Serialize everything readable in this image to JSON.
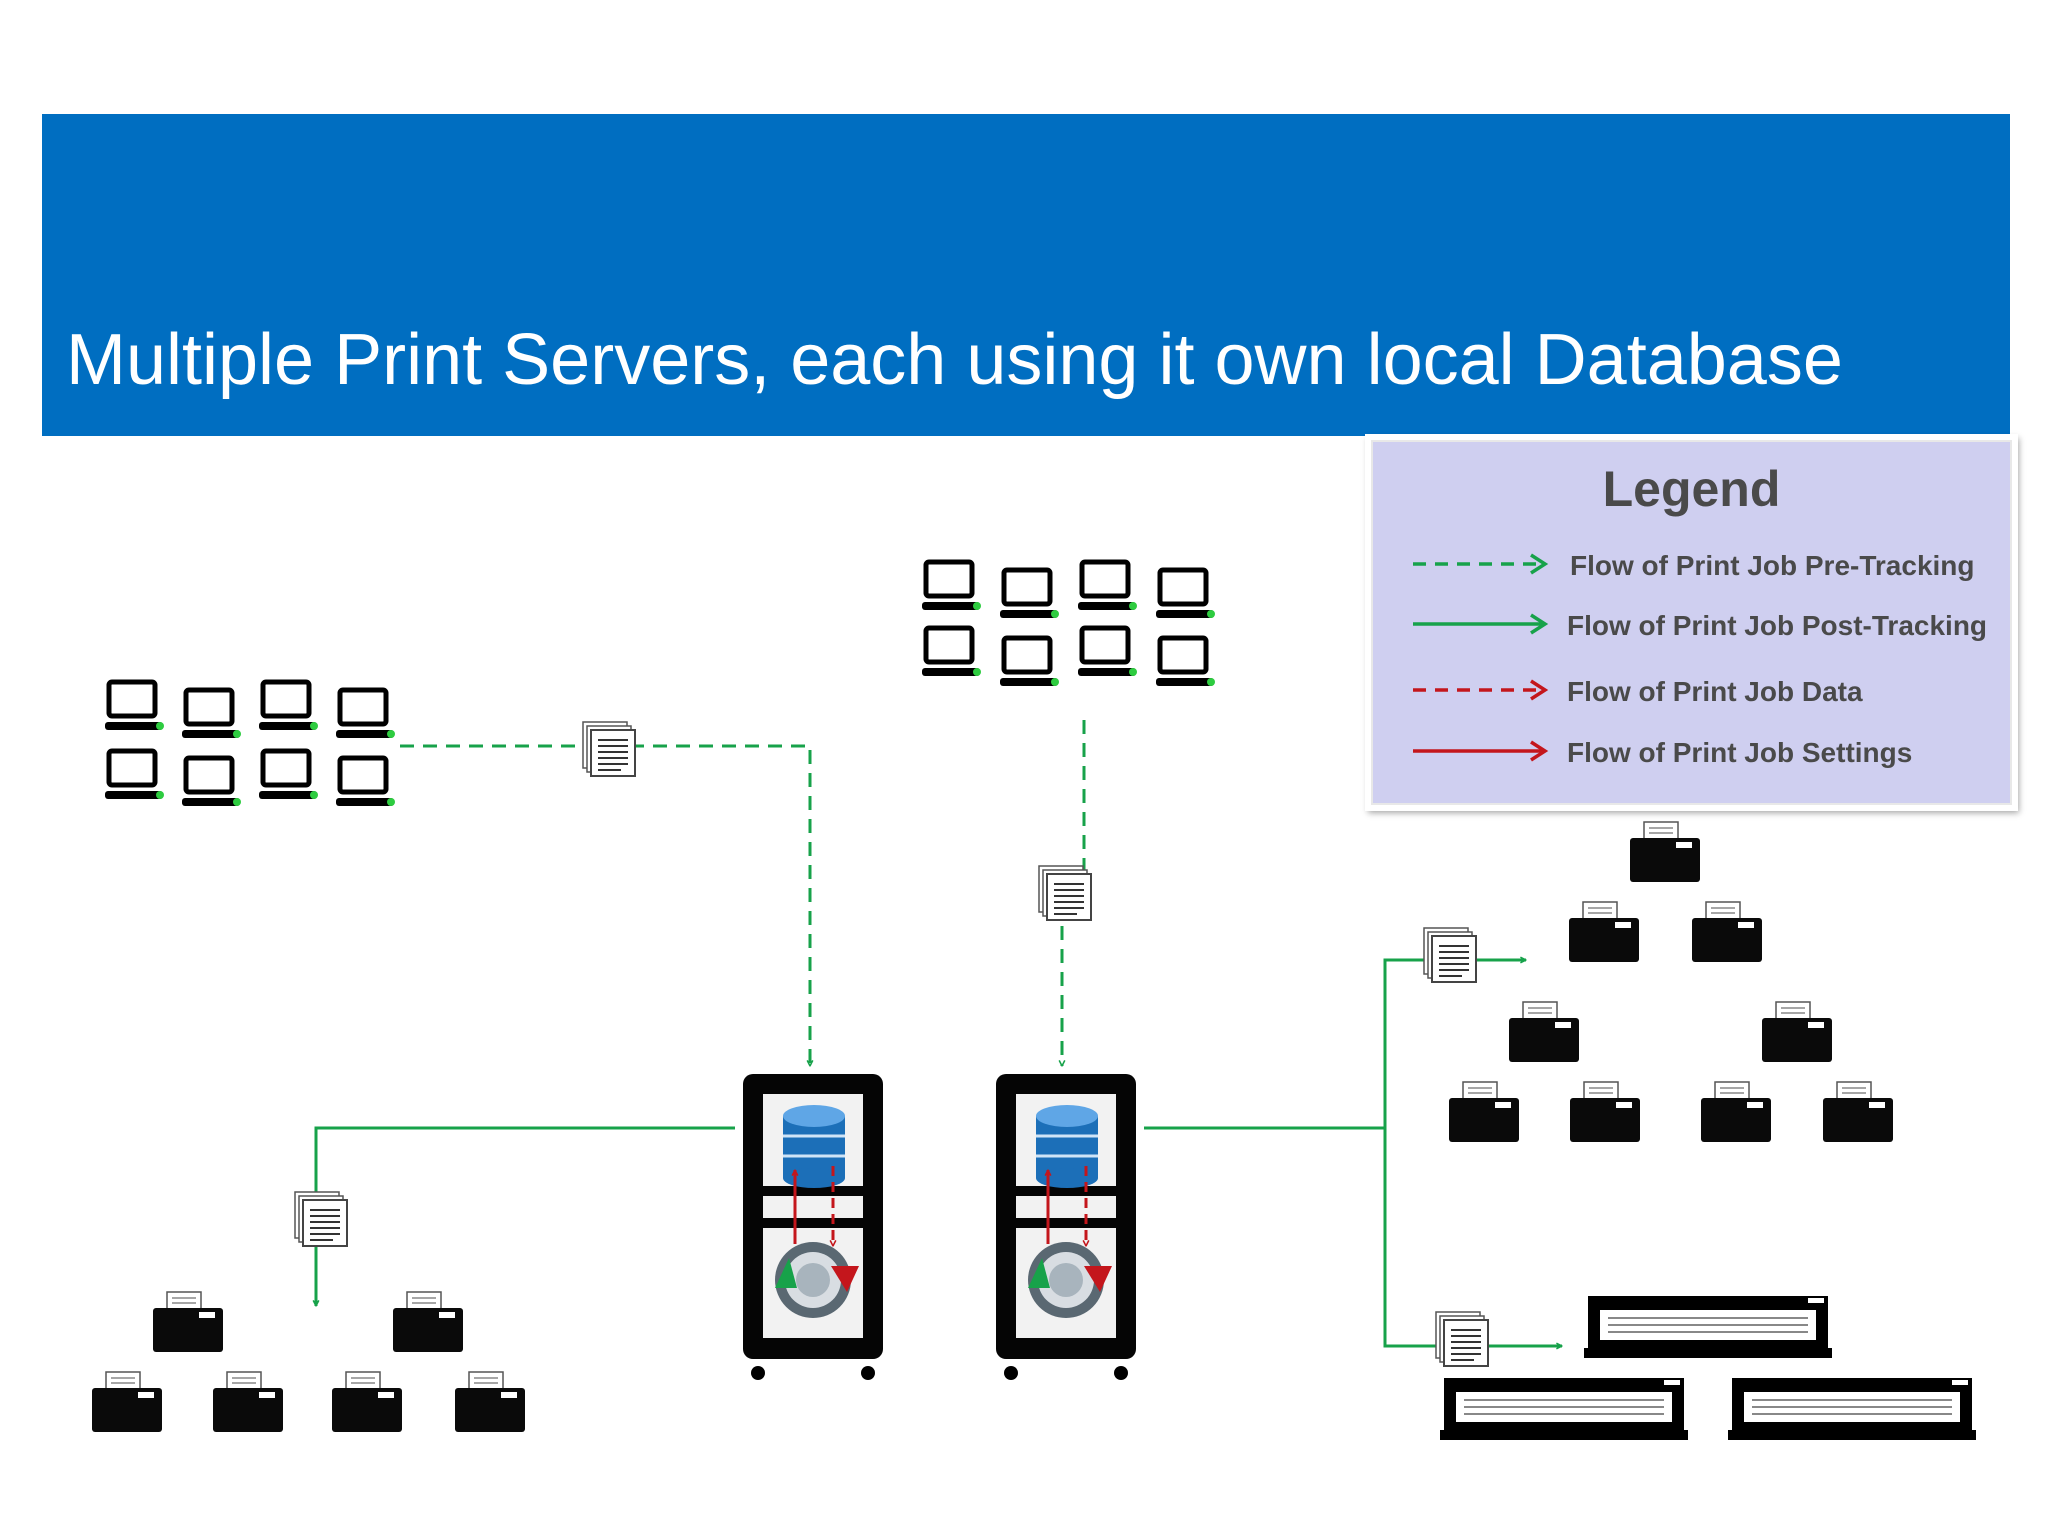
{
  "title": "Multiple Print Servers, each using it own local Database",
  "legend": {
    "title": "Legend",
    "items": [
      {
        "label": "Flow of Print Job Pre-Tracking",
        "color": "#17a24a",
        "style": "dashed"
      },
      {
        "label": "Flow of Print Job Post-Tracking",
        "color": "#17a24a",
        "style": "solid"
      },
      {
        "label": "Flow of Print Job Data",
        "color": "#c4161c",
        "style": "dashed"
      },
      {
        "label": "Flow of Print Job Settings",
        "color": "#c4161c",
        "style": "solid"
      }
    ]
  },
  "colors": {
    "banner": "#006ec1",
    "legend_bg": "#cfcff0",
    "green_flow": "#17a24a",
    "red_flow": "#c4161c"
  },
  "icons": [
    "workstation-icon",
    "print-job-document-icon",
    "print-server-icon",
    "database-icon",
    "tracking-service-icon",
    "printer-icon",
    "wide-format-printer-icon"
  ]
}
